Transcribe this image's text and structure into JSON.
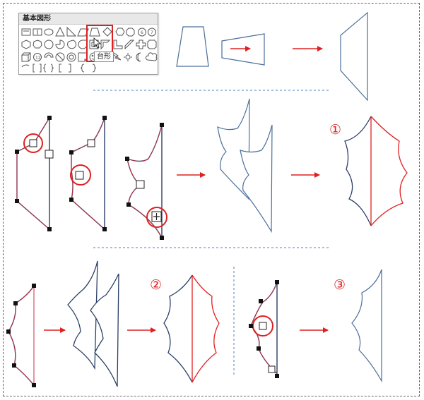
{
  "shapes_panel": {
    "title": "基本図形",
    "tooltip": "台形",
    "icons": [
      "text-box-icon",
      "vertical-text-box-icon",
      "oval-icon",
      "triangle-icon",
      "right-triangle-icon",
      "parallelogram-icon",
      "trapezoid-icon",
      "diamond-icon",
      "hexagon-icon",
      "octagon-icon",
      "number-circle-icon",
      "number-circle-icon",
      "heptagon-icon",
      "decagon-icon",
      "dodecagon-icon",
      "pie-icon",
      "chord-icon",
      "teardrop-icon",
      "frame-icon",
      "half-frame-icon",
      "l-shape-icon",
      "diagonal-stripe-icon",
      "plus-icon",
      "plaque-icon",
      "cube-icon",
      "number-circle-icon",
      "blocked-arc-icon",
      "no-symbol-icon",
      "donut-icon",
      "folded-corner-icon",
      "smiley-icon",
      "heart-icon",
      "lightning-icon",
      "sun-icon",
      "moon-icon",
      "cloud-icon",
      "arc-icon",
      "double-bracket-icon",
      "double-brace-icon",
      "left-bracket-icon",
      "right-bracket-icon",
      "left-brace-icon",
      "right-brace-icon"
    ]
  },
  "step_labels": [
    "①",
    "②",
    "③"
  ],
  "colors": {
    "accent": "#e02020",
    "outline": "#2a3f66",
    "shape_blue": "#4a6e9a",
    "separator": "#4a7fc0"
  }
}
